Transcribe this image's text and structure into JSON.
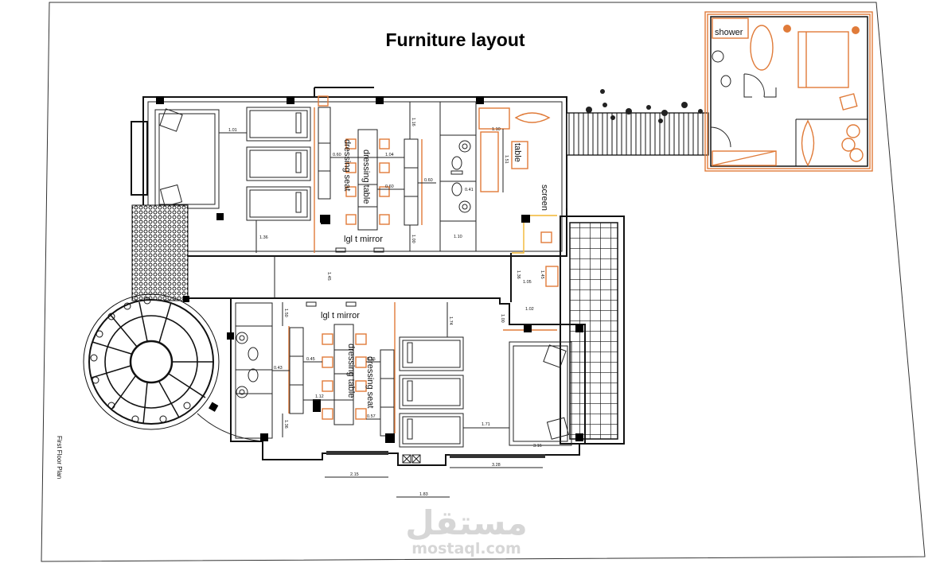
{
  "title": "Furniture layout",
  "plan_name": "First Floor Plan",
  "labels": {
    "dressing_table": "dressing table",
    "dressing_seat": "dressing seat",
    "light_mirror": "lgl t mirror",
    "screen": "screen",
    "table": "table",
    "shower": "shower"
  },
  "dimensions": {
    "upper_bed_gap": "1.01",
    "upper_left_cab": "0.60",
    "upper_table_gap": "1.04",
    "upper_mid": "0.60",
    "upper_right_cab": "0.60",
    "upper_top": "1.16",
    "upper_room_bottom": "1.36",
    "upper_right_bottom": "1.00",
    "upper_bath": "1.10",
    "upper_bath2": "0.41",
    "table_width": "1.10",
    "table_len": "1.51",
    "screen_w": "1.05",
    "screen_h": "1.45",
    "screen_h2": "1.36",
    "corridor": "1.45",
    "lower_a": "1.02",
    "lower_b": "1.00",
    "lower_top": "1.50",
    "lower_left_cab": "0.43",
    "lower_seat1": "0.45",
    "lower_seat2": "0.55",
    "lower_seat3": "0.57",
    "lower_small": "1.12",
    "lower_top2": "1.74",
    "lower_bed_gap": "1.71",
    "lower_bed_w": "3.16",
    "bottom_left": "2.15",
    "bottom_mid": "1.83",
    "bottom_right": "3.28",
    "lower_bottom": "1.36"
  },
  "watermark": {
    "arabic": "مستقل",
    "latin": "mostaql.com"
  },
  "colors": {
    "wall": "#111111",
    "furniture_orange": "#e07b39",
    "screen_yellow": "#f2b632",
    "watermark": "#d6d6d6"
  }
}
